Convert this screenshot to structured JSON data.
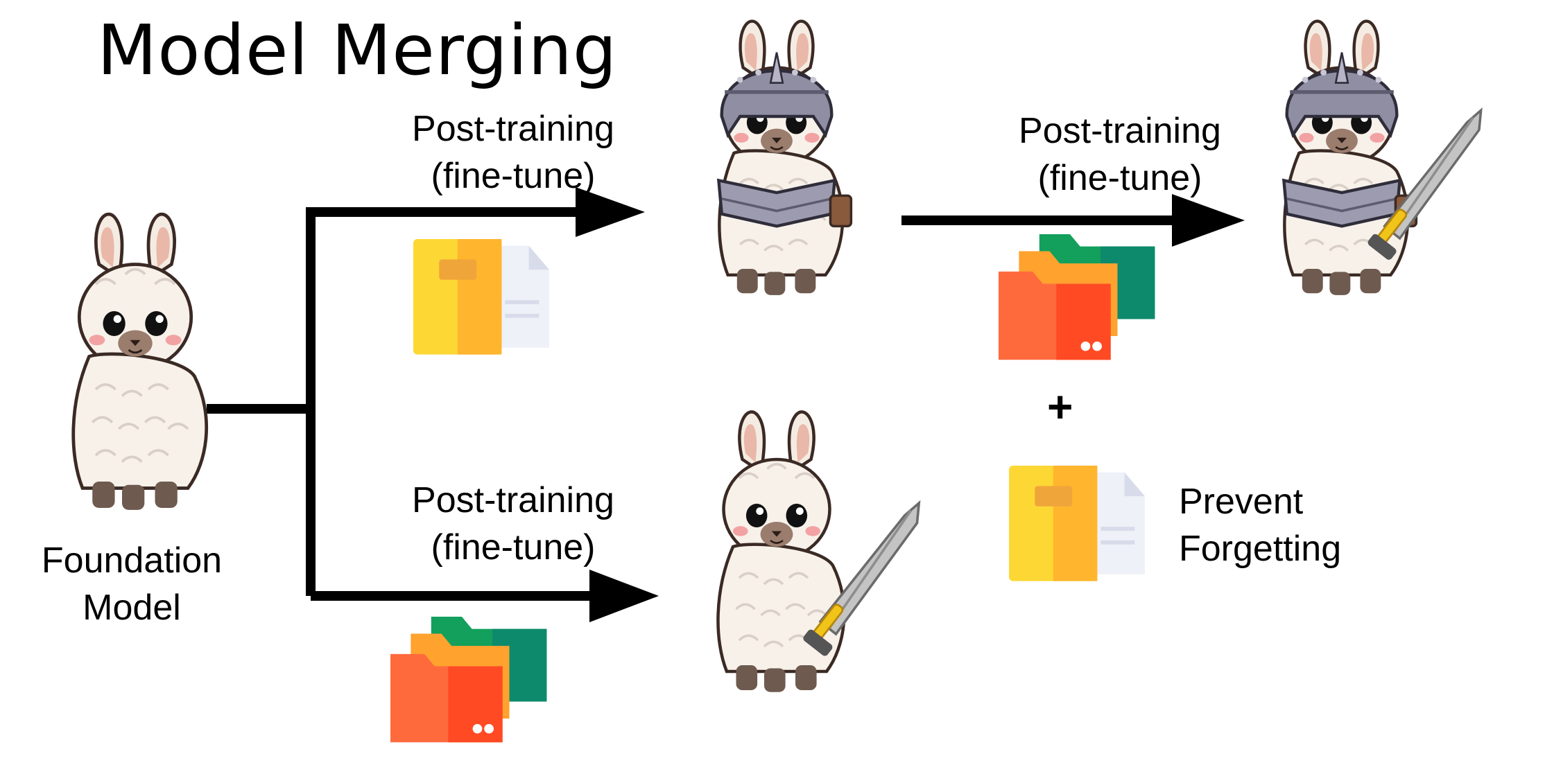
{
  "title": "Model Merging",
  "labels": {
    "top_left": [
      "Post-training",
      "(fine-tune)"
    ],
    "top_right": [
      "Post-training",
      "(fine-tune)"
    ],
    "bottom": [
      "Post-training",
      "(fine-tune)"
    ],
    "foundation": [
      "Foundation",
      "Model"
    ],
    "prevent": [
      "Prevent",
      "Forgetting"
    ],
    "plus": "+"
  },
  "colors": {
    "arrow": "#000000",
    "doc_yellow": "#fdd835",
    "doc_orange": "#ffb52e",
    "folder_green": "#12a05c",
    "folder_teal": "#0d8a6c",
    "folder_orange": "#ffa22e",
    "folder_red": "#ff6a3d",
    "llama_wool": "#f7f1ea",
    "armor": "#8f8ea3",
    "sword_blade": "#bdbdbd",
    "sword_guard": "#f0c419"
  },
  "icons": {
    "foundation_llama": "llama-icon",
    "armored_llama": "armored-llama-icon",
    "sword_llama": "sword-llama-icon",
    "merged_llama": "armored-sword-llama-icon",
    "document": "document-folder-icon",
    "folders": "folder-stack-icon"
  }
}
